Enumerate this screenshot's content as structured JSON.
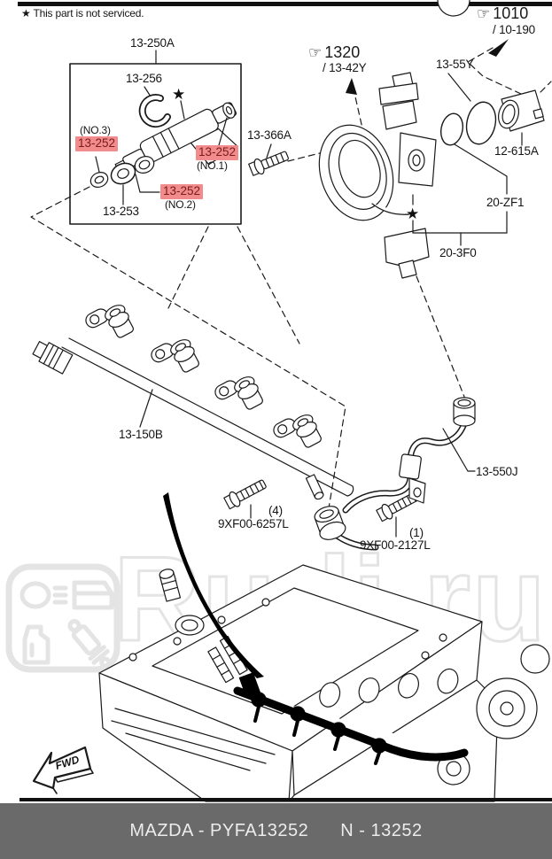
{
  "symbols": {
    "star": "★",
    "pointer": "☞"
  },
  "note": {
    "star": "★",
    "text": "This part is not serviced."
  },
  "refs": {
    "r1010": {
      "code": "1010",
      "sub": "/ 10-190"
    },
    "r1320": {
      "code": "1320",
      "sub": "/ 13-42Y"
    }
  },
  "labels": {
    "a13250A": "13-250A",
    "a13256": "13-256",
    "a13252": "13-252",
    "no1": "(NO.1)",
    "no2": "(NO.2)",
    "no3": "(NO.3)",
    "a13253": "13-253",
    "a13366A": "13-366A",
    "a1355Y": "13-55Y",
    "a12615A": "12-615A",
    "a20ZF1": "20-ZF1",
    "a203F0": "20-3F0",
    "a13150B": "13-150B",
    "a13550J": "13-550J",
    "railBoltQty": "(4)",
    "railBoltCode": "9XF00-6257L",
    "pipeBoltQty": "(1)",
    "pipeBoltCode": "9XF00-2127L",
    "fwd": "FWD"
  },
  "watermark": {
    "text": "Rudi.ru"
  },
  "footer": {
    "left": "MAZDA - PYFA13252",
    "right": "N - 13252"
  },
  "colors": {
    "highlightBg": "#f28b8b",
    "highlightText": "#7a1a1a",
    "footerBg": "#6a6a6a",
    "footerText": "#ececec",
    "watermark": "#e4e4e4",
    "line": "#1a1a1a"
  }
}
